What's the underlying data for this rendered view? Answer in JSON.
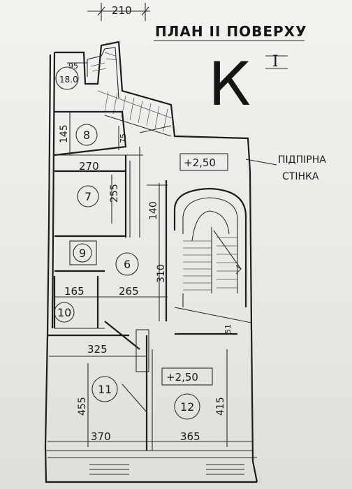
{
  "title": "ПЛАН ІІ ПОВЕРХУ",
  "section_letter": "К",
  "section_roman": "I",
  "top_dimension": "210",
  "note_line1": "ПІДПІРНА",
  "note_line2": "СТІНКА",
  "levels": {
    "upper": "+2,50",
    "lower": "+2,50"
  },
  "rooms": [
    {
      "number": "8"
    },
    {
      "number": "7"
    },
    {
      "number": "9"
    },
    {
      "number": "6"
    },
    {
      "number": "10"
    },
    {
      "number": "11"
    },
    {
      "number": "12"
    },
    {
      "number": "18.0"
    }
  ],
  "dimensions": {
    "d95": "95",
    "d145": "145",
    "d75": "75",
    "d270": "270",
    "d255": "255",
    "d140": "140",
    "d310": "310",
    "d165": "165",
    "d265": "265",
    "d325": "325",
    "d455": "455",
    "d415": "415",
    "d370": "370",
    "d365": "365",
    "d51": "51"
  }
}
